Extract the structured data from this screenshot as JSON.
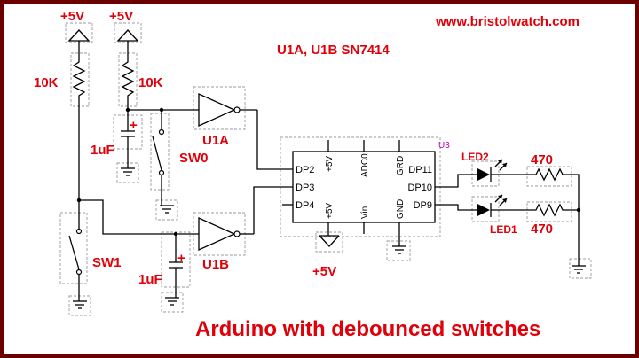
{
  "header": {
    "website": "www.bristolwatch.com",
    "ic_note": "U1A, U1B SN7414"
  },
  "footer": {
    "title": "Arduino with debounced switches"
  },
  "labels": {
    "vcc_left": "+5V",
    "vcc_right": "+5V",
    "r_left": "10K",
    "r_right": "10K",
    "cap_top": "1uF",
    "cap_bottom": "1uF",
    "cap_plus": "+",
    "sw0": "SW0",
    "sw1": "SW1",
    "u1a": "U1A",
    "u1b": "U1B",
    "u3": "U3",
    "vcc_bottom": "+5V",
    "led2": "LED2",
    "led1": "LED1",
    "r470_top": "470",
    "r470_bottom": "470"
  },
  "arduino": {
    "pins_left": [
      "DP2",
      "DP3",
      "DP4"
    ],
    "pins_right": [
      "DP11",
      "DP10",
      "DP9"
    ],
    "pins_top": [
      "+5V",
      "ADC0",
      "GRD"
    ],
    "pins_bottom": [
      "+5V",
      "Vin",
      "GND"
    ]
  }
}
